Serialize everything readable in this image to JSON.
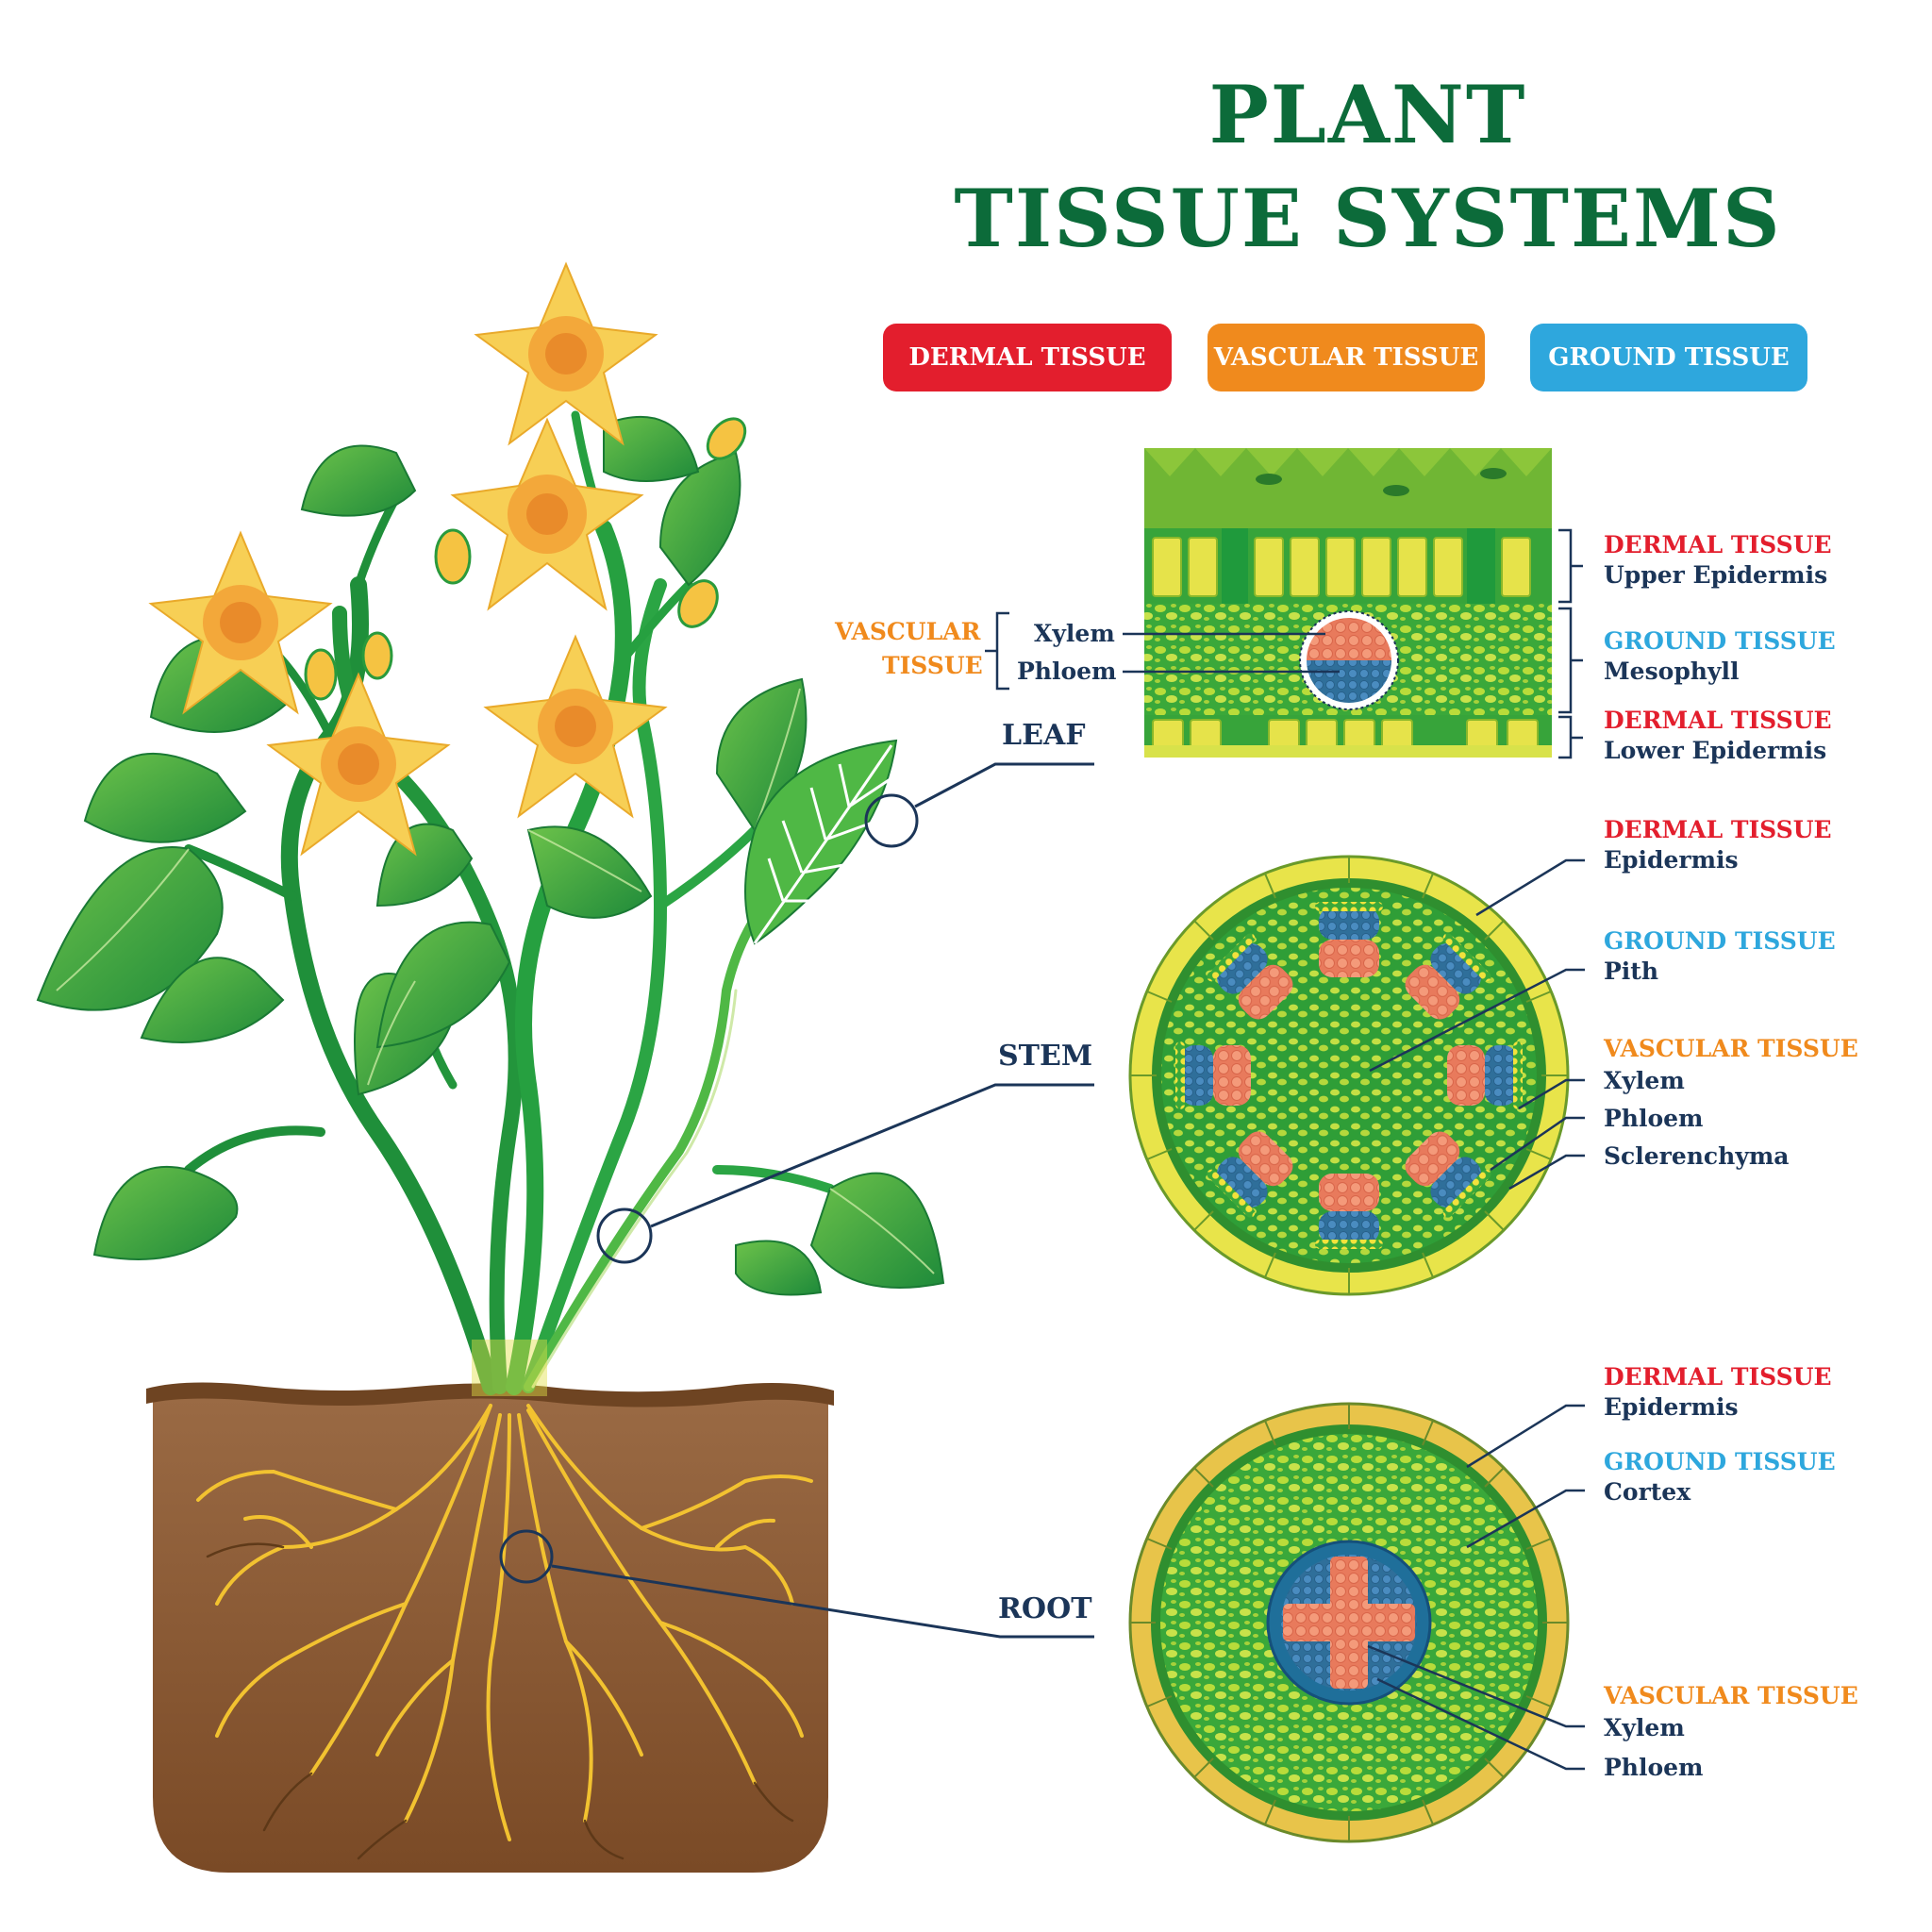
{
  "title": {
    "line1": "PLANT",
    "line2": "TISSUE SYSTEMS"
  },
  "legend": [
    {
      "label": "DERMAL TISSUE",
      "color": "#e31e2d"
    },
    {
      "label": "VASCULAR TISSUE",
      "color": "#f08a1d"
    },
    {
      "label": "GROUND TISSUE",
      "color": "#2ea7dd"
    }
  ],
  "parts": {
    "leaf": "LEAF",
    "stem": "STEM",
    "root": "ROOT"
  },
  "leaf_section": {
    "vascular_title": "VASCULAR",
    "vascular_title2": "TISSUE",
    "xylem": "Xylem",
    "phloem": "Phloem",
    "upper_tissue": "DERMAL TISSUE",
    "upper_name": "Upper Epidermis",
    "middle_tissue": "GROUND TISSUE",
    "middle_name": "Mesophyll",
    "lower_tissue": "DERMAL TISSUE",
    "lower_name": "Lower Epidermis"
  },
  "stem_section": {
    "dermal_tissue": "DERMAL TISSUE",
    "dermal_name": "Epidermis",
    "ground_tissue": "GROUND TISSUE",
    "ground_name": "Pith",
    "vascular_tissue": "VASCULAR TISSUE",
    "xylem": "Xylem",
    "phloem": "Phloem",
    "sclerenchyma": "Sclerenchyma"
  },
  "root_section": {
    "dermal_tissue": "DERMAL TISSUE",
    "dermal_name": "Epidermis",
    "ground_tissue": "GROUND TISSUE",
    "ground_name": "Cortex",
    "vascular_tissue": "VASCULAR TISSUE",
    "xylem": "Xylem",
    "phloem": "Phloem"
  },
  "colors": {
    "dermal": "#e31e2d",
    "vascular": "#f08a1d",
    "ground": "#2ea7dd",
    "title": "#0c6b3a",
    "label": "#1b3558",
    "soil": "#8a5a32",
    "leaf": "#3aa53a",
    "flower": "#f7c94a"
  }
}
